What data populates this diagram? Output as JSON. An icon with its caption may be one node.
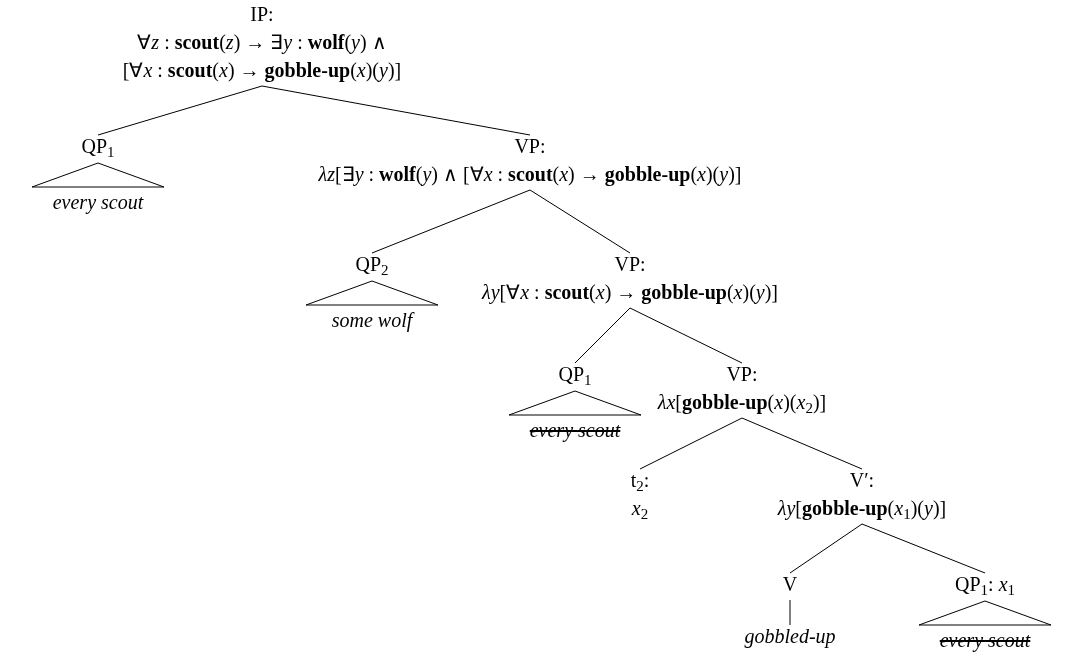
{
  "diagram": {
    "nodes": [
      {
        "text": [
          "IP:",
          "∀*z* : **scout**(*z*) → ∃*y* : **wolf**(*y*) ∧ [∀*x* : **scout**(*x*) → **gobble-up**(*x*)(*y*)]"
        ]
      },
      {
        "text": [
          "QP$_{1}$"
        ]
      },
      {
        "text": [],
        "shape": "triangle",
        "beside": [
          "every scout"
        ]
      },
      {
        "text": [
          "VP:",
          "*λz*[∃*y* : **wolf**(*y*) ∧ [∀*x* : **scout**(*x*) → **gobble-up**(*x*)(*y*)]"
        ]
      },
      {
        "text": [
          "QP$_{2}$"
        ]
      },
      {
        "text": [],
        "shape": "triangle",
        "beside": [
          "some wolf"
        ]
      },
      {
        "text": [
          "VP:",
          "*λy*[∀*x* : **scout**(*x*) → **gobble-up**(*x*)(*y*)]"
        ]
      },
      {
        "text": [
          "QP$_{1}$"
        ]
      },
      {
        "text": [],
        "shape": "triangle",
        "beside": [
          "every scout"
        ]
      },
      {
        "text": [
          "VP:",
          "*λx*[**gobble-up**(*x*)(*x*$_{2}$)]"
        ]
      },
      {
        "text": [
          "t$_{2}$:",
          "*x*$_{2}$"
        ]
      },
      {
        "text": [
          "V′:",
          "*λy*[**gobble-up**(*x*$_{1}$)(*y*)]"
        ]
      },
      {
        "text": [
          "V"
        ]
      },
      {
        "text": [
          "gobbled-up"
        ]
      },
      {
        "text": [
          "QP$_{1}$: *x*$_{1}$"
        ]
      },
      {
        "text": [],
        "shape": "triangle",
        "beside": [
          "every scout"
        ]
      }
    ],
    "edges": [
      {
        "from": 0,
        "to": 1,
        "arrow": "none"
      },
      {
        "from": 0,
        "to": 3,
        "arrow": "none"
      },
      {
        "from": 3,
        "to": 4,
        "arrow": "none"
      },
      {
        "from": 3,
        "to": 6,
        "arrow": "none"
      },
      {
        "from": 6,
        "to": 7,
        "arrow": "none"
      },
      {
        "from": 6,
        "to": 9,
        "arrow": "none"
      },
      {
        "from": 9,
        "to": 10,
        "arrow": "none"
      },
      {
        "from": 9,
        "to": 11,
        "arrow": "none"
      },
      {
        "from": 11,
        "to": 12,
        "arrow": "none"
      },
      {
        "from": 11,
        "to": 14,
        "arrow": "none"
      },
      {
        "from": 12,
        "to": 13,
        "arrow": "none"
      }
    ]
  }
}
